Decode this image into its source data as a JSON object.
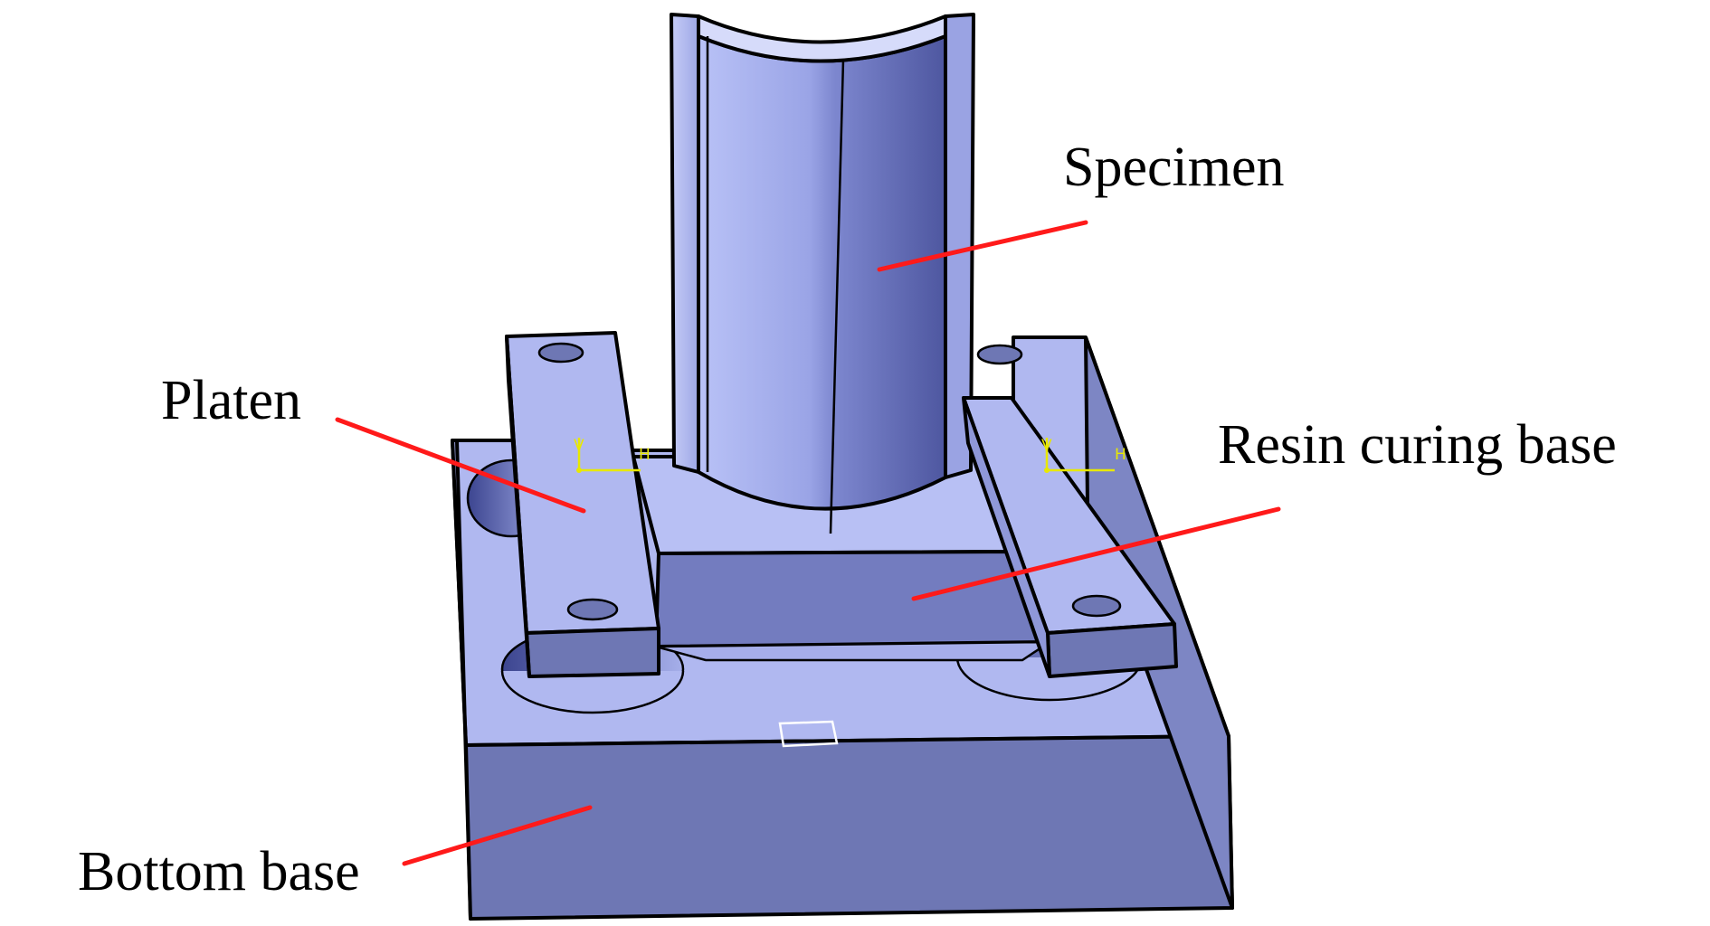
{
  "labels": {
    "specimen": "Specimen",
    "platen": "Platen",
    "resin_curing_base": "Resin curing base",
    "bottom_base": "Bottom base"
  },
  "axis_labels": {
    "vertical": "V",
    "horizontal": "H"
  },
  "colors": {
    "part_light": "#b3bcf2",
    "part_mid": "#8f98d9",
    "part_dark": "#6e77b4",
    "leader": "#ff1a1a",
    "edge": "#000000",
    "axis": "#e8e800"
  }
}
